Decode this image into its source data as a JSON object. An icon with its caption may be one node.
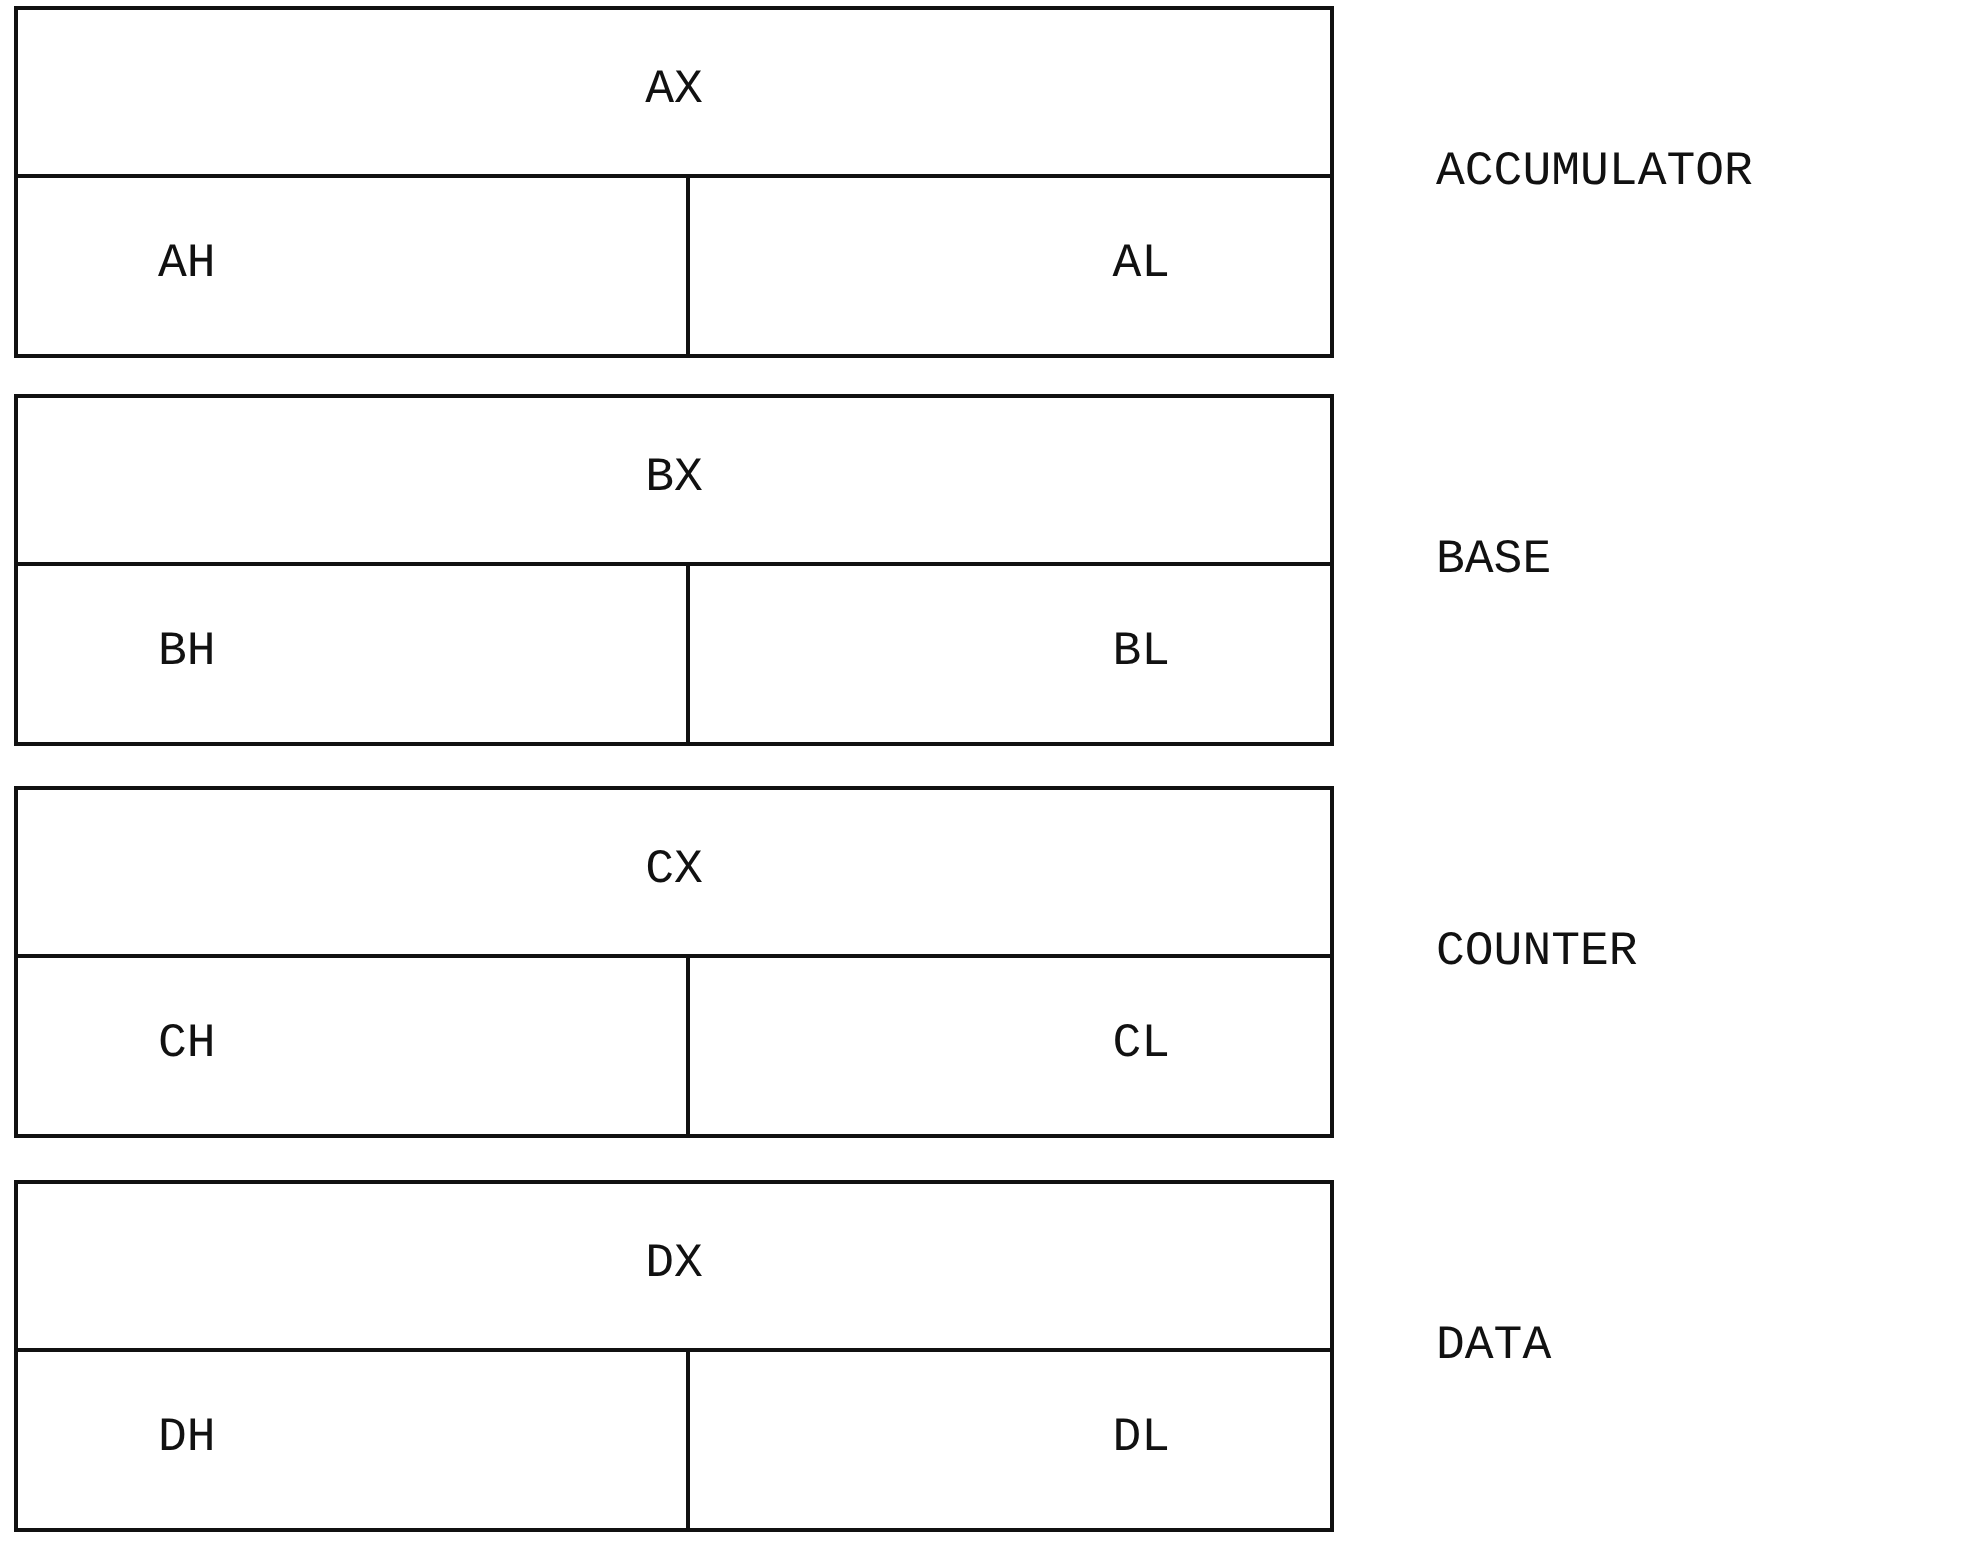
{
  "diagram": {
    "nodes": [
      {
        "text": [
          "AX"
        ],
        "beside": [
          "ACCUMULATOR"
        ]
      },
      {
        "text": [
          "AH"
        ]
      },
      {
        "text": [
          "AL"
        ]
      },
      {
        "text": [
          "BX"
        ],
        "beside": [
          "BASE"
        ]
      },
      {
        "text": [
          "BH"
        ]
      },
      {
        "text": [
          "BL"
        ]
      },
      {
        "text": [
          "CX"
        ],
        "beside": [
          "COUNTER"
        ]
      },
      {
        "text": [
          "CH"
        ]
      },
      {
        "text": [
          "CL"
        ]
      },
      {
        "text": [
          "DX"
        ],
        "beside": [
          "DATA"
        ]
      },
      {
        "text": [
          "DH"
        ]
      },
      {
        "text": [
          "DL"
        ]
      }
    ]
  }
}
